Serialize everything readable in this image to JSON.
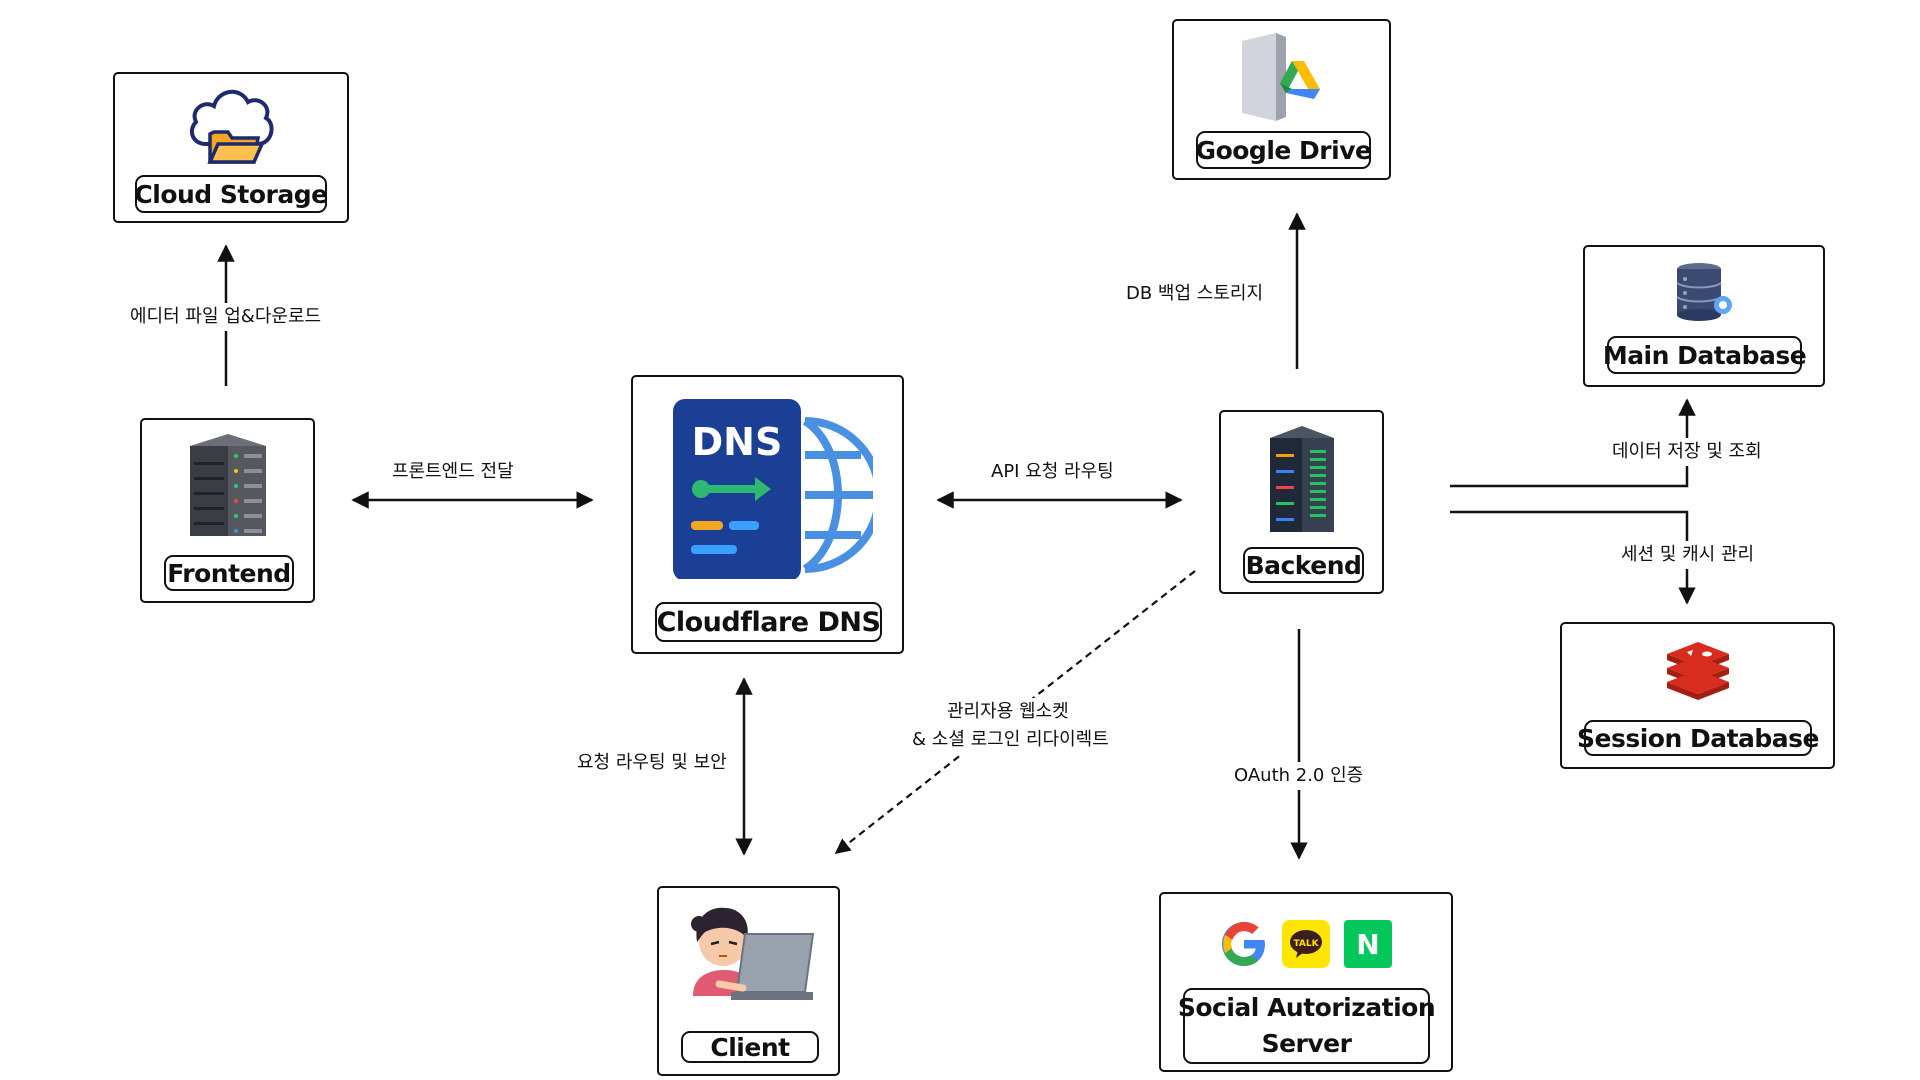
{
  "nodes": {
    "cloud_storage": {
      "label": "Cloud Storage",
      "icon": "cloud-folder-icon"
    },
    "frontend": {
      "label": "Frontend",
      "icon": "server-rack-icon"
    },
    "cloudflare_dns": {
      "label": "Cloudflare DNS",
      "icon": "dns-globe-icon",
      "icon_text": "DNS"
    },
    "backend": {
      "label": "Backend",
      "icon": "server-tower-icon"
    },
    "google_drive": {
      "label": "Google Drive",
      "icon": "google-drive-icon"
    },
    "main_database": {
      "label": "Main Database",
      "icon": "database-gear-icon"
    },
    "session_database": {
      "label": "Session Database",
      "icon": "redis-icon"
    },
    "client": {
      "label": "Client",
      "icon": "person-laptop-icon"
    },
    "social_auth": {
      "label_line1": "Social Autorization",
      "label_line2": "Server",
      "icons": [
        "google-g-icon",
        "kakaotalk-icon",
        "naver-n-icon"
      ],
      "kakao_text": "TALK",
      "naver_text": "N"
    }
  },
  "edges": {
    "frontend_cloud": "에디터 파일 업&다운로드",
    "frontend_dns": "프론트엔드 전달",
    "dns_backend": "API 요청 라우팅",
    "backend_drive": "DB 백업 스토리지",
    "backend_main_db": "데이터 저장 및 조회",
    "backend_session_db": "세션 및 캐시 관리",
    "dns_client": "요청 라우팅 및 보안",
    "backend_client_line1": "관리자용 웹소켓",
    "backend_client_line2": "& 소셜 로그인 리다이렉트",
    "backend_social": "OAuth 2.0 인증"
  },
  "colors": {
    "line": "#111111",
    "dns_panel": "#1b3f94",
    "dns_globe": "#4a90e2",
    "dns_arrow": "#2eb872",
    "dns_bar_orange": "#f5a623",
    "dns_bar_blue": "#3aa0ff",
    "redis": "#d82c20",
    "google_blue": "#4285F4",
    "google_red": "#EA4335",
    "google_yellow": "#FBBC05",
    "google_green": "#34A853",
    "kakao": "#FEE500",
    "naver": "#03C75A"
  }
}
